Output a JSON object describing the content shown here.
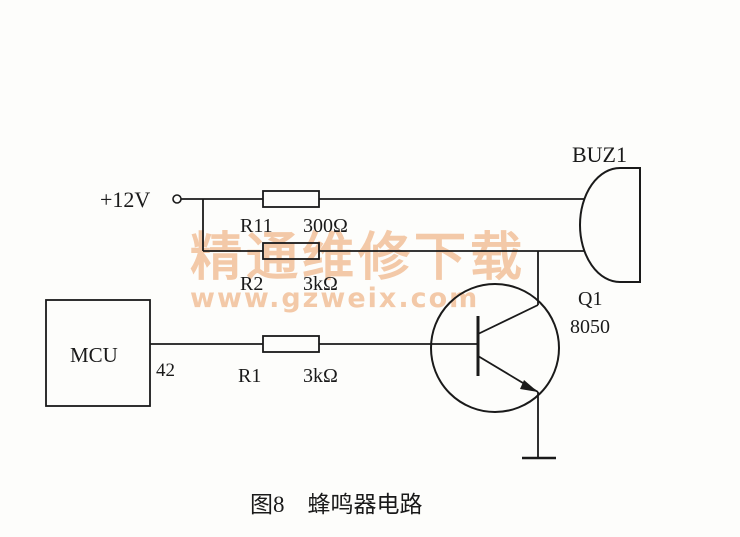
{
  "labels": {
    "supply": "+12V",
    "buzzer": "BUZ1",
    "r11": "R11",
    "r11_value": "300Ω",
    "r2": "R2",
    "r2_value": "3kΩ",
    "r1": "R1",
    "r1_value": "3kΩ",
    "mcu": "MCU",
    "mcu_pin": "42",
    "transistor": "Q1",
    "transistor_part": "8050",
    "caption": "图8　蜂鸣器电路"
  },
  "watermark": {
    "cn": "精通维修下载",
    "url": "www.gzweix.com"
  },
  "colors": {
    "ink": "#1a1a1a",
    "watermark": "#f3c9a8",
    "paper": "#fdfdfb"
  }
}
